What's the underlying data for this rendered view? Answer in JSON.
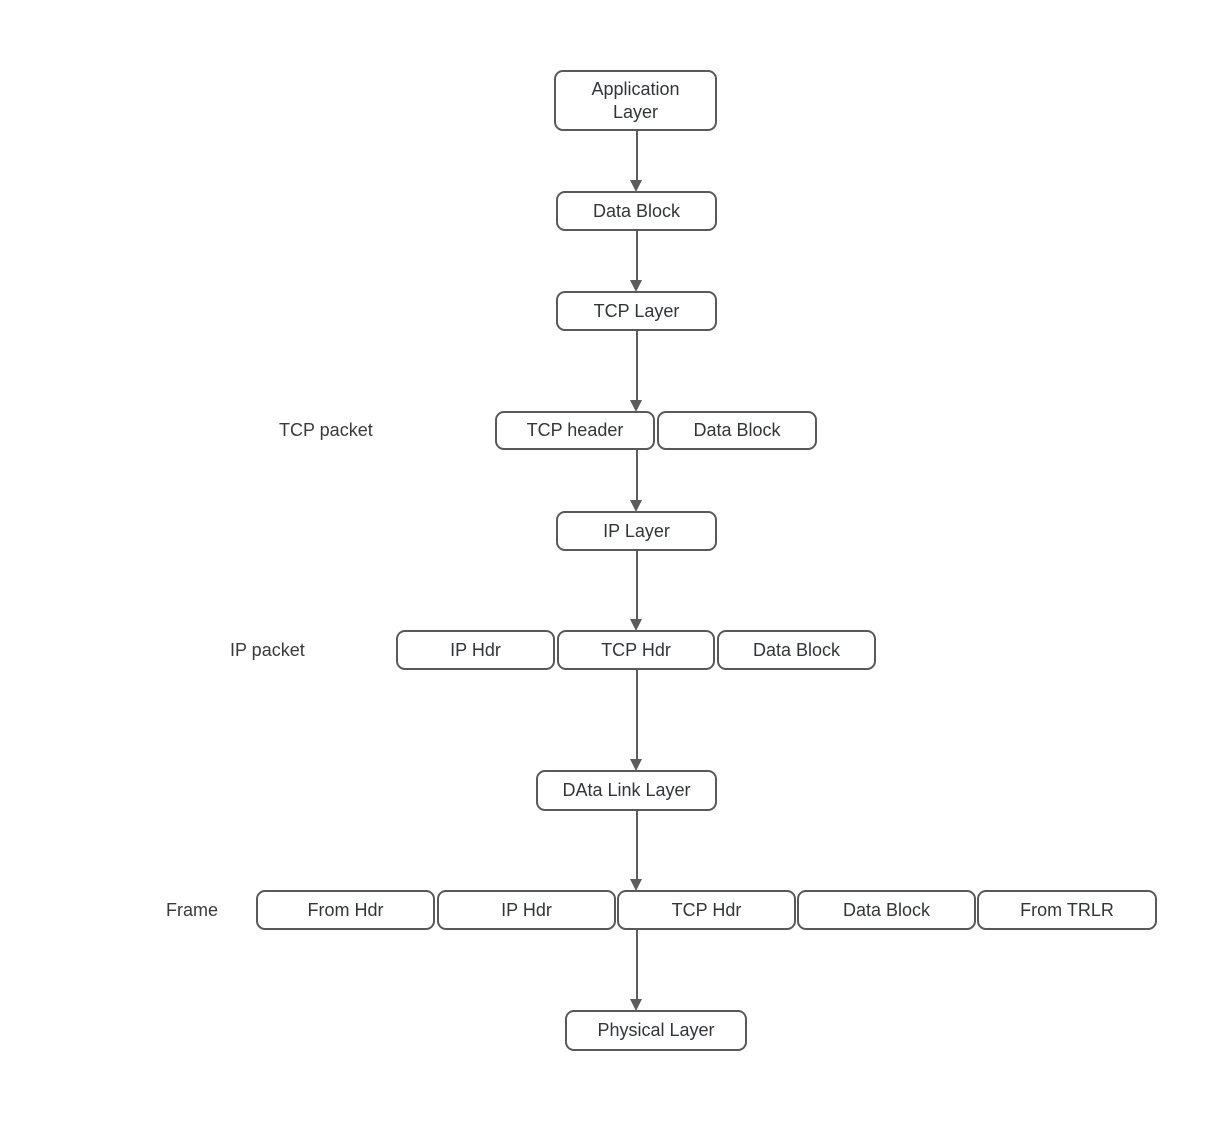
{
  "colors": {
    "background": "#ffffff",
    "node_border": "#58595b",
    "node_fill": "#ffffff",
    "node_text": "#333538",
    "label_text": "#3a3a3a",
    "arrow": "#5c5c5c"
  },
  "diagram": {
    "nodes": {
      "application_layer": "Application Layer",
      "data_block": "Data Block",
      "tcp_layer": "TCP Layer",
      "ip_layer": "IP Layer",
      "data_link_layer": "DAta Link Layer",
      "physical_layer": "Physical Layer"
    },
    "tcp_packet": {
      "label": "TCP packet",
      "cells": [
        "TCP header",
        "Data Block"
      ]
    },
    "ip_packet": {
      "label": "IP packet",
      "cells": [
        "IP Hdr",
        "TCP Hdr",
        "Data Block"
      ]
    },
    "frame": {
      "label": "Frame",
      "cells": [
        "From Hdr",
        "IP Hdr",
        "TCP Hdr",
        "Data Block",
        "From TRLR"
      ]
    }
  }
}
